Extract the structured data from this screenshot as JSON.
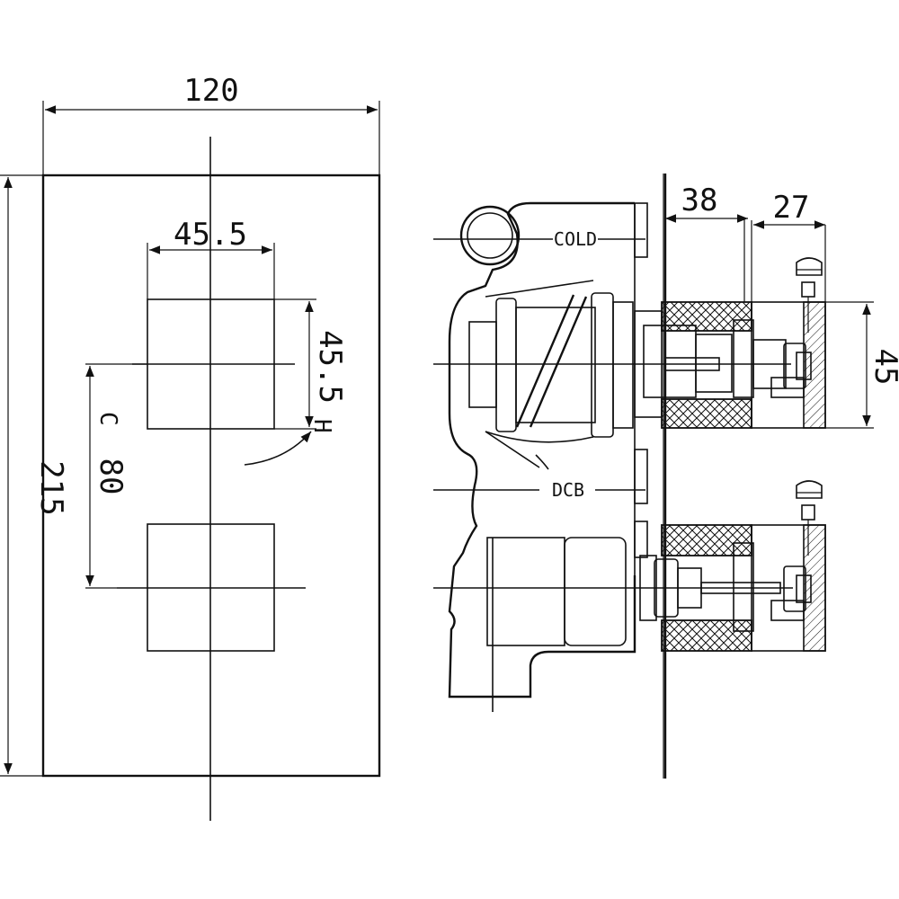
{
  "front_view": {
    "width_dim": "120",
    "height_dim": "215",
    "handle_width_dim": "45.5",
    "handle_height_dim": "45.5",
    "centres_dim": "80",
    "cold_mark": "C",
    "hot_mark": "H"
  },
  "side_view": {
    "depth_dim_1": "38",
    "depth_dim_2": "27",
    "handle_depth_dim": "45",
    "label_cold": "COLD",
    "label_dcb": "DCB"
  }
}
